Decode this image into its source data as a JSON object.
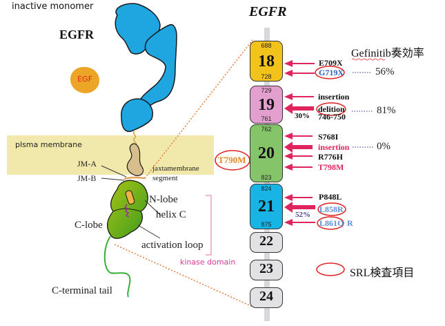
{
  "left_panel": {
    "state_label": "inactive monomer",
    "protein_label": "EGFR",
    "ligand_label": "EGF",
    "membrane_label": "plsma membrane",
    "jm_a_label": "JM-A",
    "jm_b_label": "JM-B",
    "juxtamembrane_label_1": "jaxtamembrane",
    "juxtamembrane_label_2": "segment",
    "n_lobe_label": "N-lobe",
    "helix_c_label": "helix C",
    "c_lobe_label": "C-lobe",
    "activation_loop_label": "activation loop",
    "kinase_domain_label": "kinase domain",
    "c_terminal_label": "C-terminal tail"
  },
  "right_panel": {
    "title": "EGFR",
    "response_header": "Gefinitib奏効率",
    "exons": [
      {
        "number": "18",
        "start": "688",
        "end": "728",
        "color": "#f2c31b"
      },
      {
        "number": "19",
        "start": "729",
        "end": "761",
        "color": "#e3a0cf"
      },
      {
        "number": "20",
        "start": "762",
        "end": "823",
        "color": "#86c46a"
      },
      {
        "number": "21",
        "start": "824",
        "end": "875",
        "color": "#19b4e6"
      },
      {
        "number": "22",
        "start": "",
        "end": "",
        "color": "#e2e2e4"
      },
      {
        "number": "23",
        "start": "",
        "end": "",
        "color": "#e2e2e4"
      },
      {
        "number": "24",
        "start": "",
        "end": "",
        "color": "#e2e2e4"
      }
    ],
    "mutations": [
      {
        "label": "E709X",
        "color": "#111111",
        "circled": false
      },
      {
        "label": "G719X",
        "color": "#2a62b8",
        "circled": true
      },
      {
        "label": "insertion",
        "color": "#111111",
        "circled": false
      },
      {
        "label": "delition",
        "color": "#111111",
        "circled": true
      },
      {
        "label": "746-750",
        "color": "#111111",
        "circled": false
      },
      {
        "label": "S768I",
        "color": "#111111",
        "circled": false
      },
      {
        "label": "insertion",
        "color": "#e0245e",
        "circled": false
      },
      {
        "label": "R776H",
        "color": "#111111",
        "circled": false
      },
      {
        "label": "T798M",
        "color": "#e0245e",
        "circled": false
      },
      {
        "label": "P848L",
        "color": "#111111",
        "circled": false
      },
      {
        "label": "L858R",
        "color": "#5b8fd6",
        "circled": true
      },
      {
        "label": "L861Q",
        "color": "#5b8fd6",
        "circled": true
      },
      {
        "label": "R",
        "color": "#5b8fd6",
        "circled": false
      }
    ],
    "frequency_labels": {
      "exon19_deletion": "30%",
      "exon21_l858r": "52%"
    },
    "response_rates": {
      "exon18": "56%",
      "exon19": "81%",
      "exon20": "0%"
    },
    "resistance_mutation": "T790M",
    "legend_label": "SRL検査項目",
    "colors": {
      "arrow": "#e0245e",
      "circle": "#e02020",
      "dotted_line": "#5a5aa8",
      "connector": "#e87a3a",
      "t790m": "#e8862a"
    }
  }
}
